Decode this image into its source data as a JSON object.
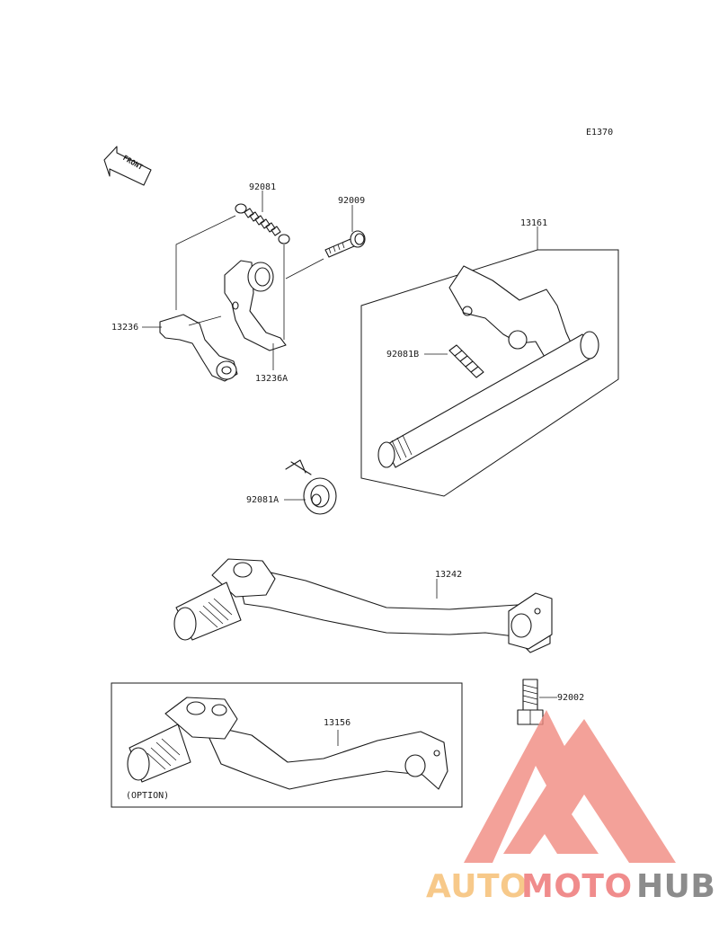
{
  "diagram_code": "E1370",
  "front_arrow_text": "FRONT",
  "option_label": "(OPTION)",
  "parts": {
    "p92081": "92081",
    "p92009": "92009",
    "p13161": "13161",
    "p13236": "13236",
    "p13236A": "13236A",
    "p92081B": "92081B",
    "p92081A": "92081A",
    "p13242": "13242",
    "p92002": "92002",
    "p13156": "13156"
  },
  "watermark": {
    "part1": "AUTO",
    "part2": "MOTO",
    "part3": "HUB",
    "colors": {
      "auto": "#f7c98a",
      "moto": "#f08c8c",
      "hub": "#8c8c8c",
      "logo": "#f08a80"
    }
  }
}
